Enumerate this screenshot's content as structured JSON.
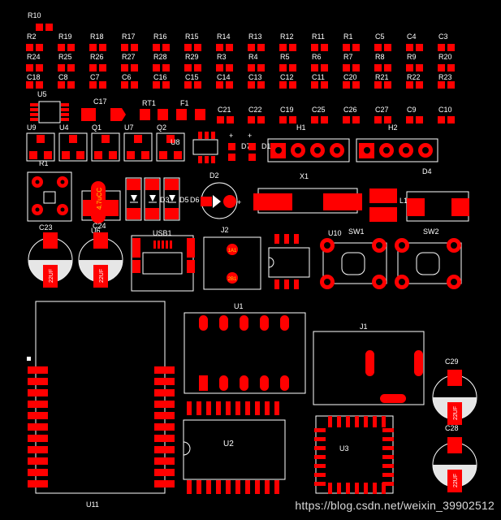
{
  "resistors_r10": "R10",
  "row_labels_1": [
    "R2",
    "R19",
    "R18",
    "R17",
    "R16",
    "R15",
    "R14",
    "R13",
    "R12",
    "R11",
    "R1",
    "C5",
    "C4",
    "C3"
  ],
  "row_labels_2": [
    "R24",
    "R25",
    "R26",
    "R27",
    "R28",
    "R29",
    "R3",
    "R4",
    "R5",
    "R6",
    "R7",
    "R8",
    "R9",
    "R20"
  ],
  "row_labels_3": [
    "C18",
    "C8",
    "C7",
    "C6",
    "C16",
    "C15",
    "C14",
    "C13",
    "C12",
    "C11",
    "C20",
    "R21",
    "R22",
    "R23"
  ],
  "row4": {
    "u5": "U5",
    "c17": "C17",
    "rt1": "RT1",
    "f1": "F1",
    "caps": [
      "C21",
      "C22",
      "C19",
      "C25",
      "C26",
      "C27",
      "C9",
      "C10"
    ]
  },
  "row5": {
    "sot": [
      "U9",
      "U4",
      "Q1",
      "U7",
      "Q2"
    ],
    "u8": "U8",
    "d7": "D7",
    "d1": "D1",
    "h1": "H1",
    "h2": "H2",
    "plus": "+"
  },
  "row6": {
    "r1": "R1",
    "d3": "D3",
    "d5": "D5",
    "d2": "D2",
    "d6": "D6",
    "x1": "X1",
    "d4": "D4",
    "l1": "L1",
    "plus": "+"
  },
  "row7": {
    "c23": "C23",
    "c24": "C24",
    "u6": "U6",
    "c24_val": "4.7uCC",
    "usb1": "USB1",
    "j2": "J2",
    "u10": "U10",
    "sw1": "SW1",
    "sw2": "SW2",
    "j2_pads": [
      "1A1",
      "2B1"
    ],
    "cap_val": "22UF"
  },
  "bottom": {
    "u1": "U1",
    "j1": "J1",
    "u2": "U2",
    "u3": "U3",
    "u11": "U11",
    "c29": "C29",
    "c28": "C28"
  },
  "watermark": "https://blog.csdn.net/weixin_39902512",
  "colors": {
    "pad": "#ff0000",
    "silk": "#ffffff",
    "background": "#000000",
    "label": "#d8d8d8"
  }
}
